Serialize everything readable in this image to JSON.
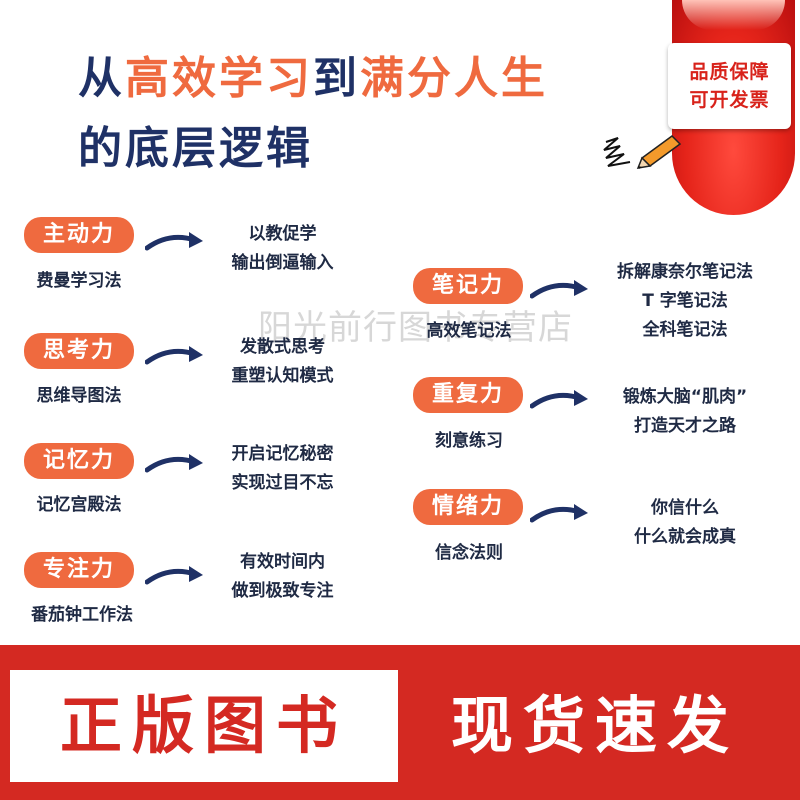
{
  "badge": {
    "line1": "品质保障",
    "line2": "可开发票"
  },
  "title": {
    "line1_part1": "从",
    "line1_part2": "高效学习",
    "line1_part3": "到",
    "line1_part4": "满分人生",
    "line2": "的底层逻辑"
  },
  "left_items": [
    {
      "pill": "主动力",
      "method": "费曼学习法",
      "desc1": "以教促学",
      "desc2": "输出倒逼输入"
    },
    {
      "pill": "思考力",
      "method": "思维导图法",
      "desc1": "发散式思考",
      "desc2": "重塑认知模式"
    },
    {
      "pill": "记忆力",
      "method": "记忆宫殿法",
      "desc1": "开启记忆秘密",
      "desc2": "实现过目不忘"
    },
    {
      "pill": "专注力",
      "method": "番茄钟工作法",
      "desc1": "有效时间内",
      "desc2": "做到极致专注"
    }
  ],
  "right_items": [
    {
      "pill": "笔记力",
      "method": "高效笔记法",
      "desc1": "拆解康奈尔笔记法",
      "desc2": "T 字笔记法",
      "desc3": "全科笔记法"
    },
    {
      "pill": "重复力",
      "method": "刻意练习",
      "desc1": "锻炼大脑“肌肉”",
      "desc2": "打造天才之路"
    },
    {
      "pill": "情绪力",
      "method": "信念法则",
      "desc1": "你信什么",
      "desc2": "什么就会成真"
    }
  ],
  "watermark": "阳光前行图书专营店",
  "banner": {
    "left": "正版图书",
    "right": "现货速发"
  },
  "colors": {
    "accent_orange": "#ef6a3f",
    "navy": "#1f3166",
    "banner_red": "#d42922"
  }
}
